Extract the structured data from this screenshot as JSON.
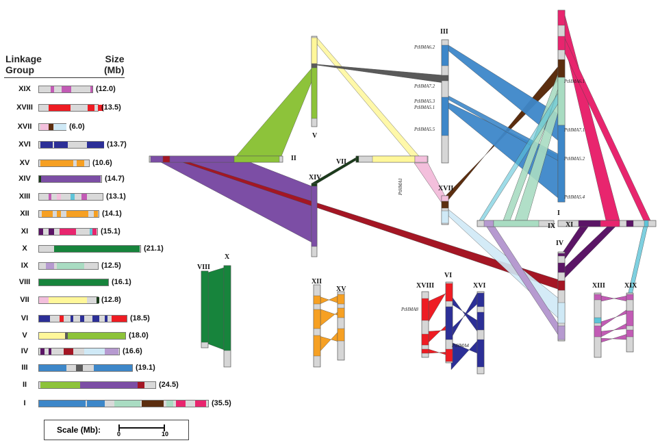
{
  "table": {
    "header_group": "Linkage\nGroup",
    "header_size": "Size\n(Mb)",
    "rows": [
      {
        "name": "XIX",
        "size": "(12.0)"
      },
      {
        "name": "XVIII",
        "size": "(13.5)"
      },
      {
        "name": "XVII",
        "size": "(6.0)"
      },
      {
        "name": "XVI",
        "size": "(13.7)"
      },
      {
        "name": "XV",
        "size": "(10.6)"
      },
      {
        "name": "XIV",
        "size": "(14.7)"
      },
      {
        "name": "XIII",
        "size": "(13.1)"
      },
      {
        "name": "XII",
        "size": "(14.1)"
      },
      {
        "name": "XI",
        "size": "(15.1)"
      },
      {
        "name": "X",
        "size": "(21.1)"
      },
      {
        "name": "IX",
        "size": "(12.5)"
      },
      {
        "name": "VIII",
        "size": "(16.1)"
      },
      {
        "name": "VII",
        "size": "(12.8)"
      },
      {
        "name": "VI",
        "size": "(18.5)"
      },
      {
        "name": "V",
        "size": "(18.0)"
      },
      {
        "name": "IV",
        "size": "(16.6)"
      },
      {
        "name": "III",
        "size": "(19.1)"
      },
      {
        "name": "II",
        "size": "(24.5)"
      },
      {
        "name": "I",
        "size": "(35.5)"
      }
    ]
  },
  "scale": {
    "label": "Scale (Mb):",
    "min": "0",
    "max": "10"
  },
  "chromosome_labels": {
    "V": "V",
    "II": "II",
    "VII": "VII",
    "XIV": "XIV",
    "III": "III",
    "XVII": "XVII",
    "I": "I",
    "IX": "IX",
    "XI": "XI",
    "IV": "IV",
    "VIII": "VIII",
    "X": "X",
    "XII": "XII",
    "XV": "XV",
    "XVIII": "XVIII",
    "VI": "VI",
    "XVI": "XVI",
    "XIII": "XIII",
    "XIX": "XIX"
  },
  "genes": {
    "hma62": "PtHMA6.2",
    "hma72": "PtHMA7.2",
    "hma53": "PtHMA5.3",
    "hma51": "PtHMA5.1",
    "hma55": "PtHMA5.5",
    "hma61": "PtHMA6.1",
    "hma71": "PtHMA7.1",
    "hma52": "PtHMA5.2",
    "hma54": "PtHMA5.4",
    "hma1": "PtHMA1",
    "hma8": "PtHMA8",
    "hma4": "PtHMA4"
  },
  "colors": {
    "blue": "#3d87c9",
    "green": "#8dc33a",
    "yellow": "#fff79a",
    "purple": "#7c4ea5",
    "darkred": "#a41624",
    "magenta": "#e8256e",
    "brown": "#5c2e0f",
    "mint": "#a9dcc2",
    "lightblue": "#cfe9f6",
    "lavender": "#b69ad0",
    "dkpurple": "#5b1566",
    "navy": "#2c2f97",
    "orange": "#f6a023",
    "forest": "#17843c",
    "red": "#ee1c23",
    "pink": "#c25bb5",
    "cyan": "#5ec4d8",
    "gray": "#5a5a5a",
    "lightpink": "#f3bfdc",
    "dkgreen": "#1b3b1b"
  }
}
